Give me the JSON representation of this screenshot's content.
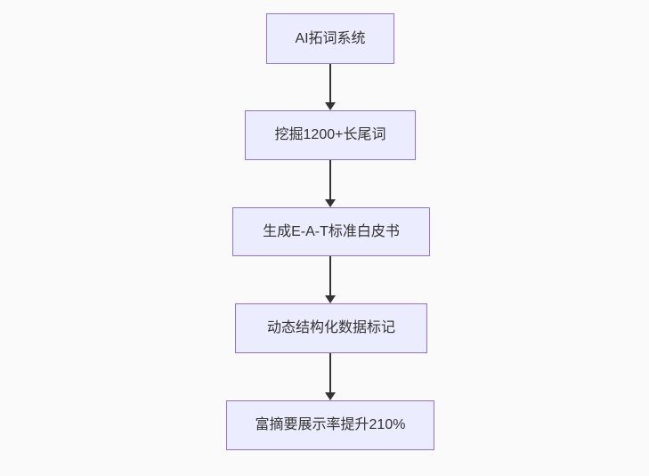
{
  "flowchart": {
    "type": "flowchart",
    "direction": "top-down",
    "nodes": [
      {
        "id": "A",
        "label": "AI拓词系统"
      },
      {
        "id": "B",
        "label": "挖掘1200+长尾词"
      },
      {
        "id": "C",
        "label": "生成E-A-T标准白皮书"
      },
      {
        "id": "D",
        "label": "动态结构化数据标记"
      },
      {
        "id": "E",
        "label": "富摘要展示率提升210%"
      }
    ],
    "edges": [
      {
        "from": "A",
        "to": "B"
      },
      {
        "from": "B",
        "to": "C"
      },
      {
        "from": "C",
        "to": "D"
      },
      {
        "from": "D",
        "to": "E"
      }
    ]
  },
  "colors": {
    "background": "#fafafa",
    "node_fill": "#ECECFF",
    "node_border": "#9370DB",
    "arrow": "#333333",
    "text": "#333333"
  }
}
